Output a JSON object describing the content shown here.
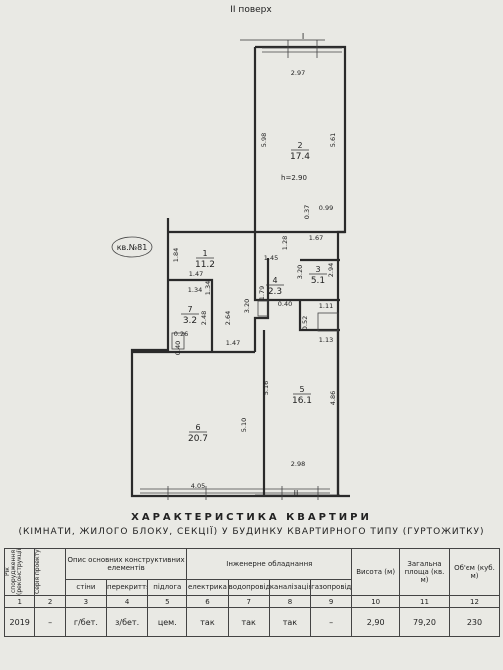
{
  "plan": {
    "floor_label": "II поверх",
    "apartment_label": "кв.№81",
    "section_mark_top": "I",
    "section_mark_bottom": "II",
    "ceiling_height": "h=2.90",
    "rooms": [
      {
        "number": "1",
        "area": "11.2"
      },
      {
        "number": "2",
        "area": "17.4"
      },
      {
        "number": "3",
        "area": "5.1"
      },
      {
        "number": "4",
        "area": "2.3"
      },
      {
        "number": "5",
        "area": "16.1"
      },
      {
        "number": "6",
        "area": "20.7"
      },
      {
        "number": "7",
        "area": "3.2"
      }
    ],
    "dimensions": [
      "2.97",
      "5.98",
      "5.61",
      "0.37",
      "0.99",
      "1.67",
      "1.28",
      "1.84",
      "1.45",
      "3.20",
      "2.94",
      "1.47",
      "1.34",
      "1.79",
      "0.40",
      "1.11",
      "1.34",
      "2.48",
      "2.64",
      "3.20",
      "0.52",
      "1.13",
      "0.26",
      "0.40",
      "1.47",
      "5.16",
      "4.86",
      "5.10",
      "2.98",
      "4.05"
    ]
  },
  "heading": {
    "line1": "ХАРАКТЕРИСТИКА КВАРТИРИ",
    "line2": "(КІМНАТИ, ЖИЛОГО БЛОКУ, СЕКЦІЇ) У БУДИНКУ КВАРТИРНОГО ТИПУ (ГУРТОЖИТКУ)"
  },
  "table": {
    "headers": {
      "year": "Рік спорудження (реконструкції)",
      "series": "Серія проекту",
      "structures": "Опис основних конструктивних елементів",
      "walls": "стіни",
      "ceilings": "перекриття",
      "floors": "підлога",
      "engineering": "Інженерне обладнання",
      "electric": "електрика",
      "water": "водопровід",
      "sewer": "каналізація",
      "gas": "газопровід",
      "height": "Висота (м)",
      "total_area": "Загальна площа (кв. м)",
      "volume": "Об'єм (куб. м)"
    },
    "numbers": [
      "1",
      "2",
      "3",
      "4",
      "5",
      "6",
      "7",
      "8",
      "9",
      "10",
      "11",
      "12"
    ],
    "values": [
      "2019",
      "–",
      "г/бет.",
      "з/бет.",
      "цем.",
      "так",
      "так",
      "так",
      "–",
      "2,90",
      "79,20",
      "230"
    ]
  }
}
